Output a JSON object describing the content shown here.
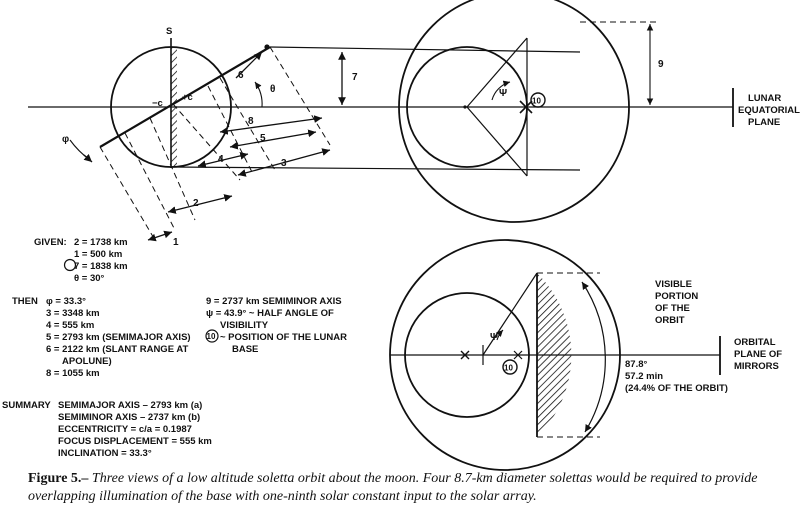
{
  "top_view": {
    "s_label": "S",
    "minus_c": "−c",
    "plus_c": "+c",
    "theta": "θ",
    "phi": "φ",
    "psi": "Ψ",
    "dim_labels": [
      "1",
      "2",
      "3",
      "4",
      "5",
      "6",
      "7",
      "8",
      "9"
    ],
    "base_marker": "10",
    "equatorial_plane": [
      "LUNAR",
      "EQUATORIAL",
      "PLANE"
    ]
  },
  "bottom_view": {
    "psi": "Ψ",
    "base_marker": "10",
    "visible_portion": [
      "VISIBLE",
      "PORTION",
      "OF THE",
      "ORBIT"
    ],
    "orbital_plane": [
      "ORBITAL",
      "PLANE OF",
      "MIRRORS"
    ],
    "angle_deg": "87.8°",
    "minutes": "57.2 min",
    "percent": "(24.4% OF THE ORBIT)"
  },
  "given": {
    "heading": "GIVEN:",
    "lines": [
      "2 = 1738 km",
      "1 = 500 km",
      "7 = 1838 km",
      "θ = 30°"
    ]
  },
  "then": {
    "heading": "THEN",
    "left_lines": [
      "φ = 33.3°",
      "3 = 3348 km",
      "4 = 555 km",
      "5 = 2793 km (SEMIMAJOR AXIS)",
      "6 = 2122 km (SLANT RANGE AT",
      "APOLUNE)",
      "8 = 1055 km"
    ],
    "right_lines": [
      "9 = 2737 km SEMIMINOR AXIS",
      "ψ = 43.9° ~ HALF ANGLE OF",
      "VISIBILITY",
      "~ POSITION OF THE LUNAR",
      "BASE"
    ],
    "right_marker": "10"
  },
  "summary": {
    "heading": "SUMMARY",
    "lines": [
      "SEMIMAJOR AXIS – 2793 km (a)",
      "SEMIMINOR AXIS – 2737 km (b)",
      "ECCENTRICITY = c/a = 0.1987",
      "FOCUS DISPLACEMENT = 555 km",
      "INCLINATION = 33.3°"
    ]
  },
  "caption": {
    "label": "Figure 5.–",
    "text": "Three views of a low altitude soletta orbit about the moon. Four 8.7-km diameter solettas would be required to provide overlapping illumination of the base with one-ninth solar constant input to the solar array."
  }
}
